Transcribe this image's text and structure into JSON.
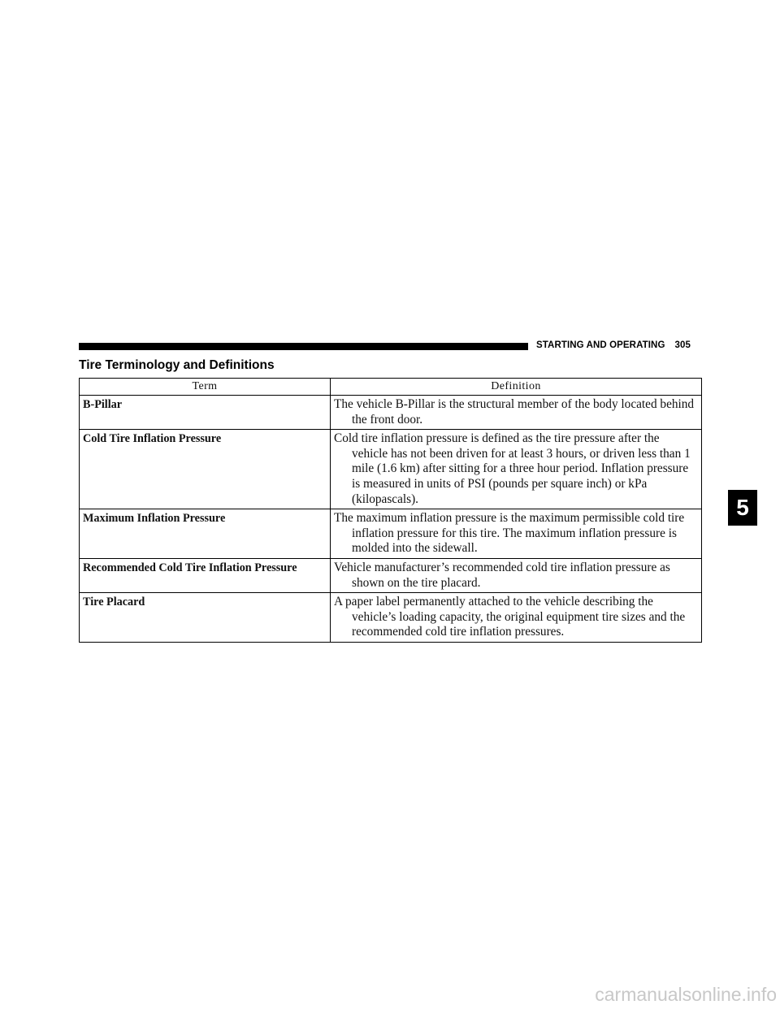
{
  "running_head": {
    "section": "STARTING AND OPERATING",
    "page_number": "305"
  },
  "section_title": "Tire Terminology and Definitions",
  "table": {
    "headers": [
      "Term",
      "Definition"
    ],
    "rows": [
      {
        "term": "B-Pillar",
        "definition": "The vehicle B-Pillar is the structural member of the body located behind the front door."
      },
      {
        "term": "Cold Tire Inflation Pressure",
        "definition": "Cold tire inflation pressure is defined as the tire pressure after the vehicle has not been driven for at least 3 hours, or driven less than 1 mile (1.6 km) after sitting for a three hour period. Inflation pressure is measured in units of PSI (pounds per square inch) or kPa (kilopascals)."
      },
      {
        "term": "Maximum Inflation Pressure",
        "definition": "The maximum inflation pressure is the maximum permissible cold tire inflation pressure for this tire. The maximum inflation pressure is molded into the sidewall."
      },
      {
        "term": "Recommended Cold Tire Inflation Pressure",
        "definition": "Vehicle manufacturer’s recommended cold tire inflation pressure as shown on the tire placard."
      },
      {
        "term": "Tire Placard",
        "definition": "A paper label permanently attached to the vehicle describing the vehicle’s loading capacity, the original equipment tire sizes and the recommended cold tire inflation pressures."
      }
    ]
  },
  "chapter_tab": "5",
  "watermark": "carmanualsonline.info"
}
